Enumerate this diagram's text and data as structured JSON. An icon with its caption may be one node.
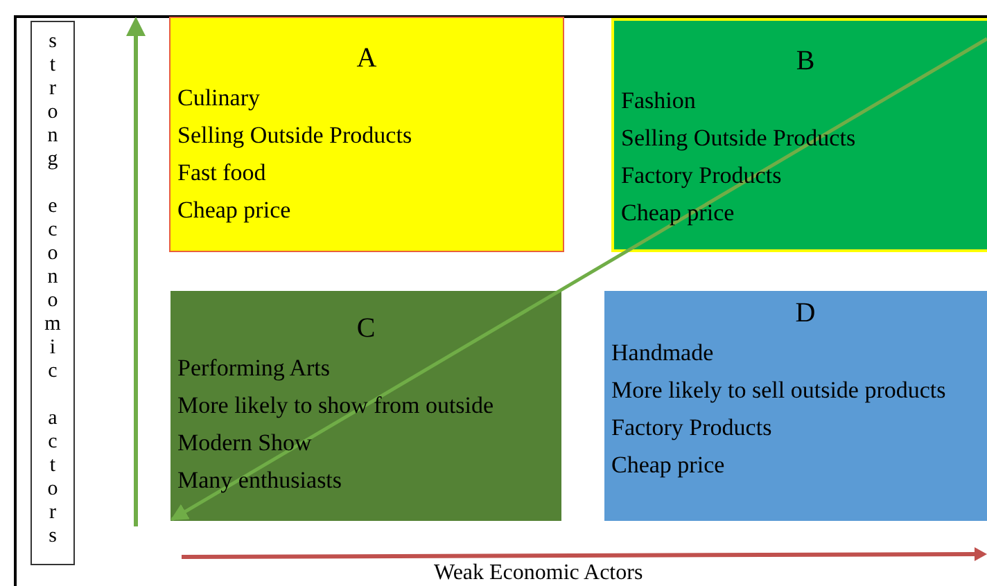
{
  "diagram": {
    "nodes": [
      {
        "text": [
          "strong economic actors"
        ]
      },
      {
        "text": [
          "A",
          "Culinary",
          "Selling Outside Products",
          "Fast food",
          "Cheap price"
        ]
      },
      {
        "text": [
          "B",
          "Fashion",
          "Selling Outside Products",
          "Factory Products",
          "Cheap price"
        ]
      },
      {
        "text": [
          "C",
          "Performing Arts",
          "More likely to show from outside",
          "Modern Show",
          "Many enthusiasts"
        ]
      },
      {
        "text": [
          "D",
          "Handmade",
          "More likely to sell outside products",
          "Factory Products",
          "Cheap price"
        ]
      }
    ],
    "edges": [
      {
        "from": 2,
        "to": 3,
        "arrow": "to"
      }
    ],
    "labels": [
      "Weak Economic Actors"
    ]
  }
}
